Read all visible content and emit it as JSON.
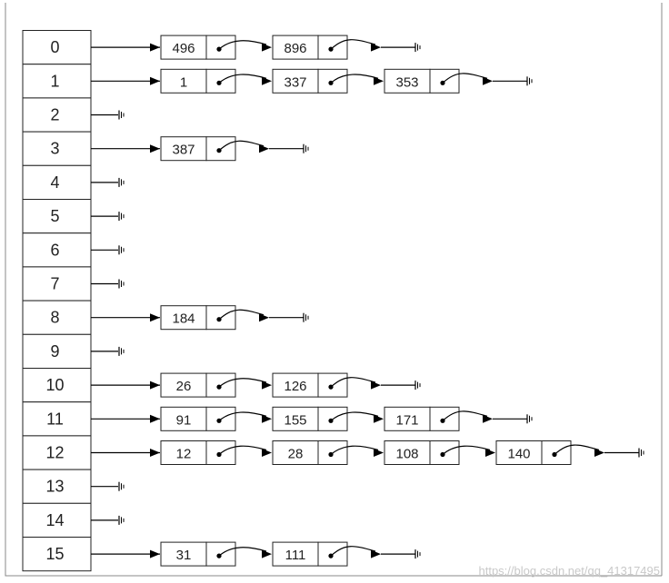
{
  "hash_table": [
    {
      "index": "0",
      "chain": [
        "496",
        "896"
      ]
    },
    {
      "index": "1",
      "chain": [
        "1",
        "337",
        "353"
      ]
    },
    {
      "index": "2",
      "chain": []
    },
    {
      "index": "3",
      "chain": [
        "387"
      ]
    },
    {
      "index": "4",
      "chain": []
    },
    {
      "index": "5",
      "chain": []
    },
    {
      "index": "6",
      "chain": []
    },
    {
      "index": "7",
      "chain": []
    },
    {
      "index": "8",
      "chain": [
        "184"
      ]
    },
    {
      "index": "9",
      "chain": []
    },
    {
      "index": "10",
      "chain": [
        "26",
        "126"
      ]
    },
    {
      "index": "11",
      "chain": [
        "91",
        "155",
        "171"
      ]
    },
    {
      "index": "12",
      "chain": [
        "12",
        "28",
        "108",
        "140"
      ]
    },
    {
      "index": "13",
      "chain": []
    },
    {
      "index": "14",
      "chain": []
    },
    {
      "index": "15",
      "chain": [
        "31",
        "111"
      ]
    }
  ],
  "watermark": "https://blog.csdn.net/qq_41317495",
  "colors": {
    "line": "#000000",
    "cell_border": "#222222",
    "text": "#222222",
    "watermark": "#c9c9c9"
  }
}
